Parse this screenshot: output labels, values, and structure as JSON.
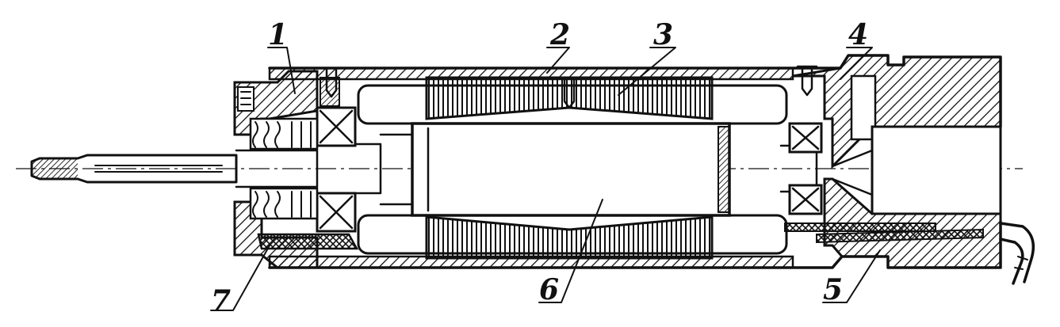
{
  "figure": {
    "callouts": [
      {
        "id": "c1",
        "text": "1"
      },
      {
        "id": "c2",
        "text": "2"
      },
      {
        "id": "c3",
        "text": "3"
      },
      {
        "id": "c4",
        "text": "4"
      },
      {
        "id": "c5",
        "text": "5"
      },
      {
        "id": "c6",
        "text": "6"
      },
      {
        "id": "c7",
        "text": "7"
      }
    ],
    "colors": {
      "ink": "#111111",
      "paper": "#ffffff"
    }
  }
}
